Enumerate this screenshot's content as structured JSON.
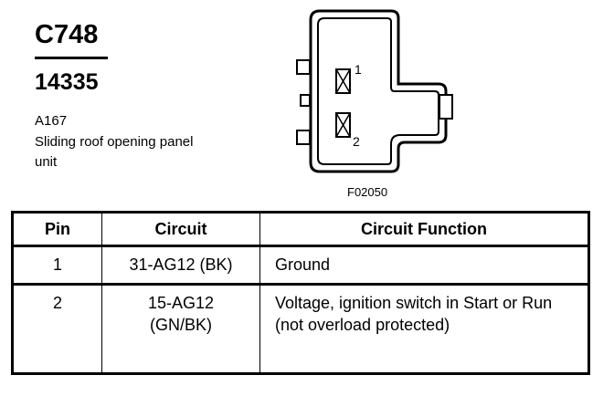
{
  "header": {
    "connector_id": "C748",
    "part_number": "14335",
    "component_code": "A167",
    "component_desc": "Sliding roof opening panel unit"
  },
  "diagram": {
    "pin_labels": [
      "1",
      "2"
    ],
    "figure_code": "F02050"
  },
  "table": {
    "headers": [
      "Pin",
      "Circuit",
      "Circuit Function"
    ],
    "rows": [
      {
        "pin": "1",
        "circuit": "31-AG12 (BK)",
        "function": "Ground"
      },
      {
        "pin": "2",
        "circuit": "15-AG12 (GN/BK)",
        "function": "Voltage, ignition switch in Start or Run (not overload protected)"
      }
    ]
  }
}
